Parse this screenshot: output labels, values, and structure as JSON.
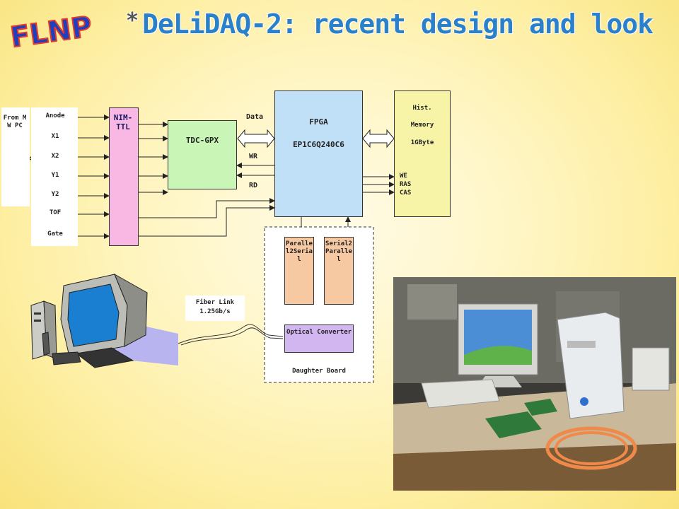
{
  "title": {
    "star": "*",
    "text": "DeLiDAQ-2: recent design and look"
  },
  "logo": {
    "text": "FLNP"
  },
  "diagram": {
    "source": "From MW PC",
    "inputs": [
      "Anode",
      "X1",
      "X2",
      "Y1",
      "Y2",
      "TOF",
      "Gate"
    ],
    "nimttl": "NIM-TTL",
    "tdc": "TDC-GPX",
    "bus_labels": {
      "data": "Data",
      "wr": "WR",
      "rd": "RD"
    },
    "fpga": {
      "name": "FPGA",
      "part": "EP1C6Q240C6"
    },
    "memory": {
      "line1": "Hist.",
      "line2": "Memory",
      "size": "1GByte"
    },
    "mem_signals": [
      "WE",
      "RAS",
      "CAS"
    ],
    "par2ser": "Parallel2Serial",
    "ser2par": "Serial2Parallel",
    "optical": "Optical Converter",
    "daughter": "Daughter Board",
    "fiber": {
      "line1": "Fiber Link",
      "line2": "1.25Gb/s"
    }
  },
  "colors": {
    "nim": "#f9b8e4",
    "tdc": "#c9f5b6",
    "fpga": "#bfe0f7",
    "memory": "#f7f4a8",
    "conv": "#f6c9a3",
    "optical": "#d2b6f0",
    "title": "#2a80c9"
  }
}
